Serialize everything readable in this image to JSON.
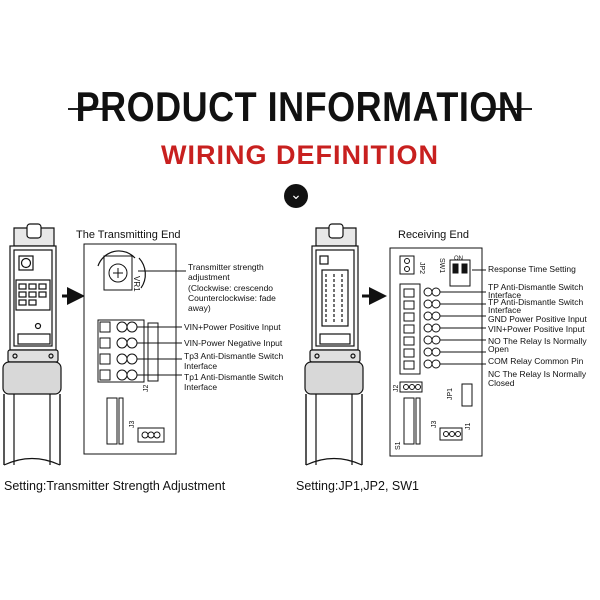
{
  "header": {
    "title": "PRODUCT INFORMATION",
    "subtitle": "WIRING DEFINITION"
  },
  "transmitter": {
    "heading": "The Transmitting End",
    "labels": {
      "strength_1": "Transmitter strength",
      "strength_2": "adjustment",
      "strength_3": "(Clockwise: crescendo",
      "strength_4": "Counterclockwise: fade",
      "strength_5": "away)",
      "vin_pos": "VIN+Power Positive Input",
      "vin_neg": "VIN-Power Negative Input",
      "tp3_1": "Tp3 Anti-Dismantle Switch",
      "tp3_2": "Interface",
      "tp1_1": "Tp1 Anti-Dismantle Switch",
      "tp1_2": "Interface"
    },
    "board_labels": {
      "vr1": "VR1",
      "j2": "J2",
      "j3": "J3"
    },
    "setting": "Setting:Transmitter Strength Adjustment"
  },
  "receiver": {
    "heading": "Receiving End",
    "labels": {
      "response": "Response Time Setting",
      "tp1_1": "TP Anti-Dismantle Switch",
      "tp1_2": "Interface",
      "tp2_1": "TP Anti-Dismantle Switch",
      "tp2_2": "Interface",
      "gnd": "GND Power Positive Input",
      "vin": "VIN+Power Positive Input",
      "no_1": "NO The Relay Is Normally",
      "no_2": "Open",
      "com": "COM Relay Common Pin",
      "nc_1": "NC The Relay Is Normally",
      "nc_2": "Closed"
    },
    "board_labels": {
      "jp2": "JP2",
      "sw1": "SW1",
      "on": "ON",
      "j2": "J2",
      "s1": "S1",
      "j3": "J3",
      "jp1": "JP1",
      "j1": "J1"
    },
    "setting": "Setting:JP1,JP2,  SW1"
  },
  "icons": {
    "chevron": "⌄"
  }
}
